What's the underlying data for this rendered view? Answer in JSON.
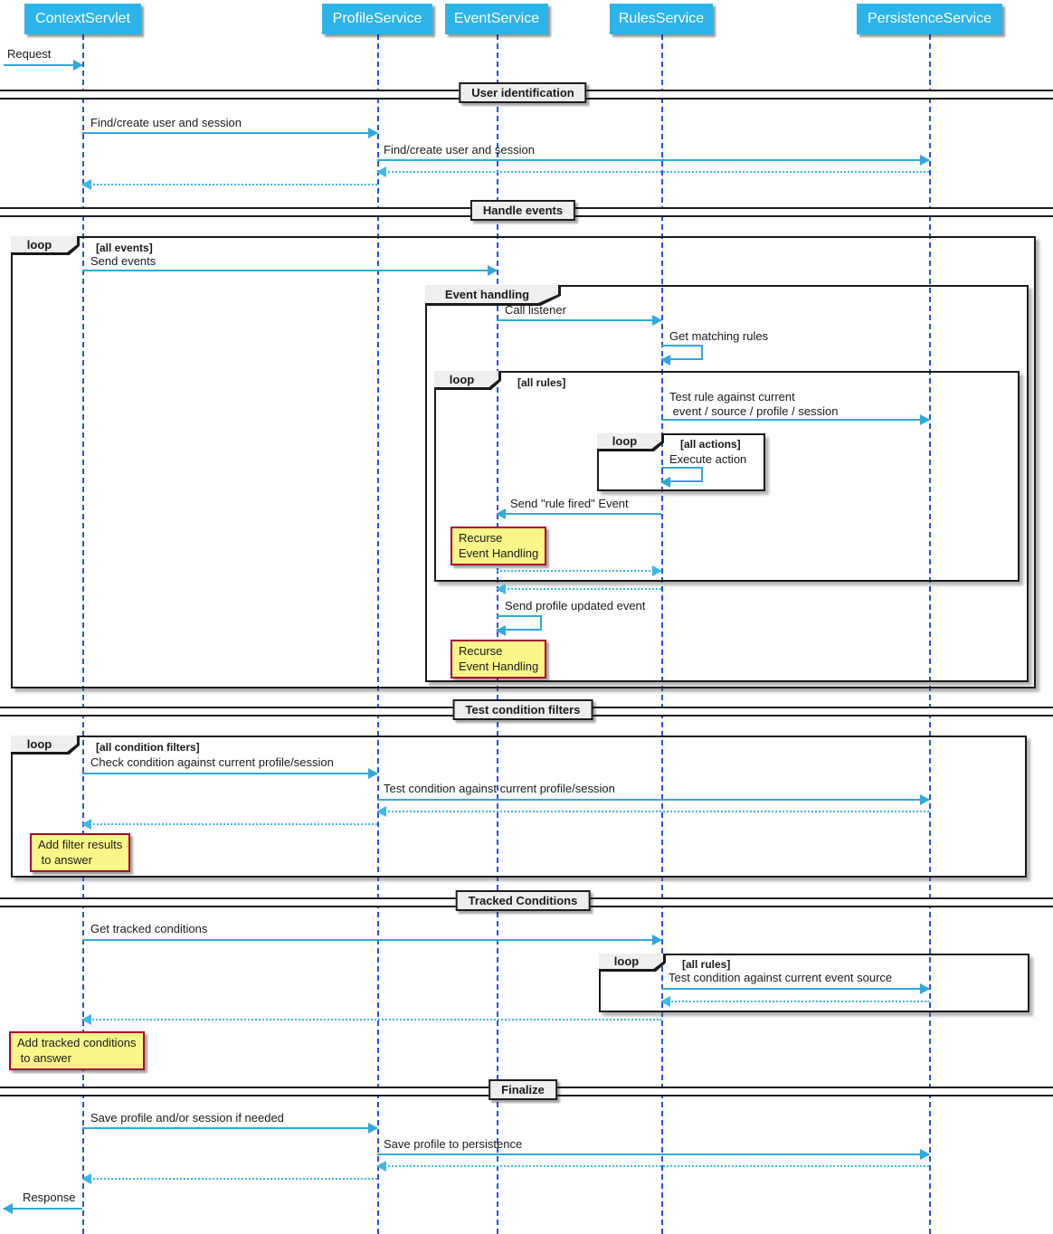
{
  "colors": {
    "participant-fill": "#2CB4E8",
    "participant-text": "#FFFFFF",
    "arrow": "#31A8DC",
    "return-arrow": "#3FB8E8",
    "lifeline": "#2A52DD",
    "frame-border": "#1A1A1A",
    "frame-header-fill": "#EFEFEF",
    "divider-fill": "#EEEEEE",
    "note-fill": "#FAF788",
    "note-border": "#A80036",
    "text": "#1A1A1A"
  },
  "participants": [
    "ContextServlet",
    "ProfileService",
    "EventService",
    "RulesService",
    "PersistenceService"
  ],
  "dividers": [
    "User identification",
    "Handle events",
    "Test condition filters",
    "Tracked Conditions",
    "Finalize"
  ],
  "frames": {
    "outer_loop": {
      "keyword": "loop",
      "guard": "[all events]"
    },
    "event_handling": {
      "keyword": "Event handling"
    },
    "rules_loop": {
      "keyword": "loop",
      "guard": "[all rules]"
    },
    "actions_loop": {
      "keyword": "loop",
      "guard": "[all actions]"
    },
    "condition_loop": {
      "keyword": "loop",
      "guard": "[all condition filters]"
    },
    "tracked_loop": {
      "keyword": "loop",
      "guard": "[all rules]"
    }
  },
  "messages": {
    "request": "Request",
    "find_create_user_cs": "Find/create user and session",
    "find_create_user_ps": "Find/create user and session",
    "send_events": "Send events",
    "call_listener": "Call listener",
    "get_matching_rules": "Get matching rules",
    "test_rule": "Test rule against current\n event / source / profile / session",
    "execute_action": "Execute action",
    "send_rule_fired": "Send \"rule fired\" Event",
    "send_profile_updated": "Send profile updated event",
    "check_condition": "Check condition against current profile/session",
    "test_condition_profile": "Test condition against current profile/session",
    "get_tracked_conditions": "Get tracked conditions",
    "test_condition_source": "Test condition against current event source",
    "save_profile_session": "Save profile and/or session if needed",
    "save_profile_persistence": "Save profile to persistence",
    "response": "Response"
  },
  "notes": {
    "recurse_event_handling_1": "Recurse\nEvent Handling",
    "recurse_event_handling_2": "Recurse\nEvent Handling",
    "add_filter_results": "Add filter results\n to answer",
    "add_tracked_conditions": "Add tracked conditions\n to answer"
  }
}
